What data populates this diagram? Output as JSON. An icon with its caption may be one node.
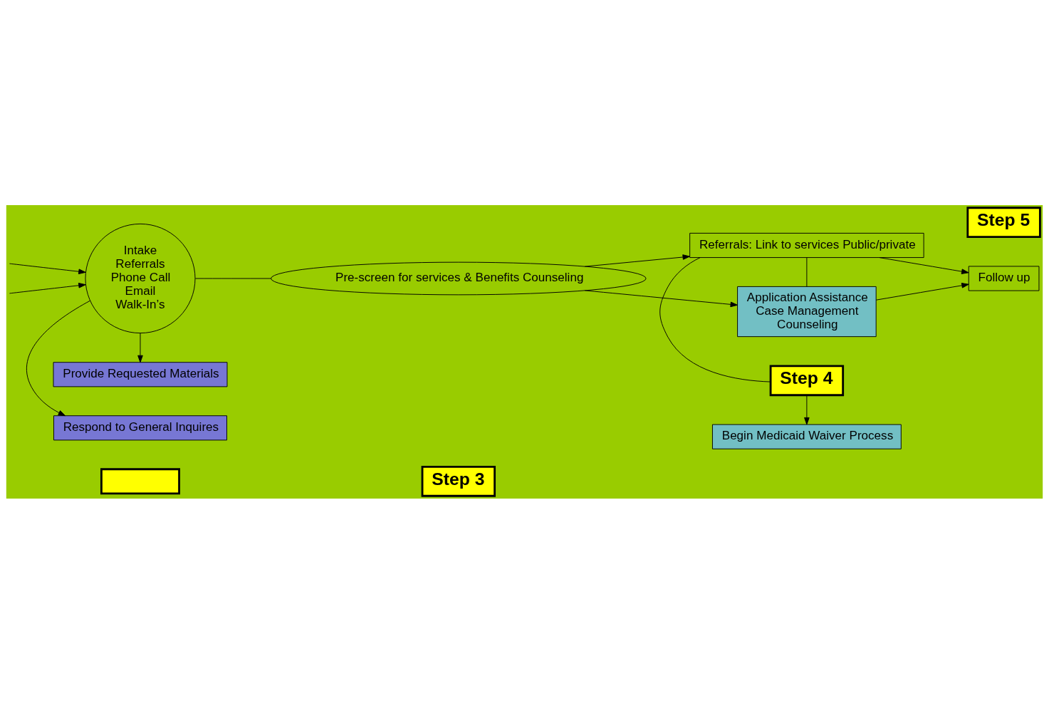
{
  "diagram": {
    "nodes": [
      {
        "text": [],
        "shape": "box"
      },
      {
        "text": [
          "Respond to General Inquires"
        ]
      },
      {
        "text": [
          "Intake",
          "Referrals",
          "Phone Call",
          "Email",
          "Walk-In’s"
        ]
      },
      {
        "text": [
          "Step 3"
        ]
      },
      {
        "text": [
          "Begin Medicaid Waiver Process"
        ]
      },
      {
        "text": [
          "Step 4"
        ]
      },
      {
        "text": [
          "Step 5"
        ]
      },
      {
        "text": [
          "Pre-screen for services & Benefits Counseling"
        ]
      },
      {
        "text": [
          "Referrals: Link to services Public/private"
        ]
      },
      {
        "text": [
          "Follow up"
        ]
      },
      {
        "text": [
          "Provide Requested Materials"
        ]
      },
      {
        "text": [
          "Application Assistance",
          "Case Management",
          "Counseling"
        ]
      }
    ],
    "edges": [
      {
        "from": null,
        "to": 2,
        "arrow": "to"
      },
      {
        "from": null,
        "to": 2,
        "arrow": "to"
      },
      {
        "from": 2,
        "to": 1,
        "arrow": "to"
      },
      {
        "from": 2,
        "to": 10,
        "arrow": "to"
      },
      {
        "from": 2,
        "to": 7,
        "arrow": "none"
      },
      {
        "from": 7,
        "to": 8,
        "arrow": "to"
      },
      {
        "from": 7,
        "to": 11,
        "arrow": "to"
      },
      {
        "from": 8,
        "to": 5,
        "arrow": "none"
      },
      {
        "from": 5,
        "to": 4,
        "arrow": "to"
      },
      {
        "from": 8,
        "to": 9,
        "arrow": "to"
      },
      {
        "from": 8,
        "to": 11,
        "arrow": "none"
      },
      {
        "from": 11,
        "to": 9,
        "arrow": "to"
      }
    ]
  }
}
